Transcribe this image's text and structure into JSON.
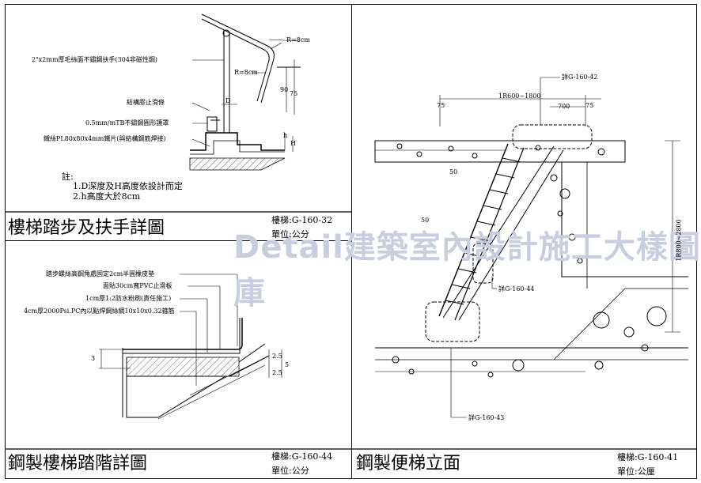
{
  "watermark": "Detail建築室內設計施工大樣圖庫",
  "panel_tl": {
    "title": "樓梯踏步及扶手詳圖",
    "ref": "樓梯:G-160-32",
    "unit": "單位:公分",
    "callouts": [
      "2\"x2mm厚毛絲面不鏽鋼扶手(304非磁性鋼)",
      "結構膠止滑條",
      "0.5mm/mTB不鏽鋼圓形護罩",
      "鐵絲PL80x80x4mm鐵片(與結構鋼筋焊接)"
    ],
    "dims": [
      "R=8cm",
      "R=8cm",
      "90",
      "75",
      "D",
      "h",
      "H"
    ],
    "notes": [
      "註:",
      "1.D深度及H高度依設計而定",
      "2.h高度大於8cm"
    ]
  },
  "panel_bl": {
    "title": "鋼製樓梯踏階詳圖",
    "ref": "樓梯:G-160-44",
    "unit": "單位:公分",
    "callouts": [
      "踏步螺絲高鋼角處固定2cm半圓橡皮墊",
      "面貼30cm寬PVC止滑板",
      "1cm厚1:2防水粉刷(責任施工)",
      "4cm厚2000Psi.PC內以點焊鋼絲網10x10x0.32箍筋"
    ],
    "dims": [
      "3",
      "2.5",
      "2.5",
      "5"
    ]
  },
  "panel_r": {
    "title": "鋼製便梯立面",
    "ref": "樓梯:G-160-41",
    "unit": "單位:公厘",
    "labels": [
      "詳G-160-42",
      "詳G-160-44",
      "詳G-160-43"
    ],
    "dims": [
      "75",
      "75",
      "700",
      "1R600~1800",
      "50",
      "50",
      "1R800~2800"
    ]
  }
}
